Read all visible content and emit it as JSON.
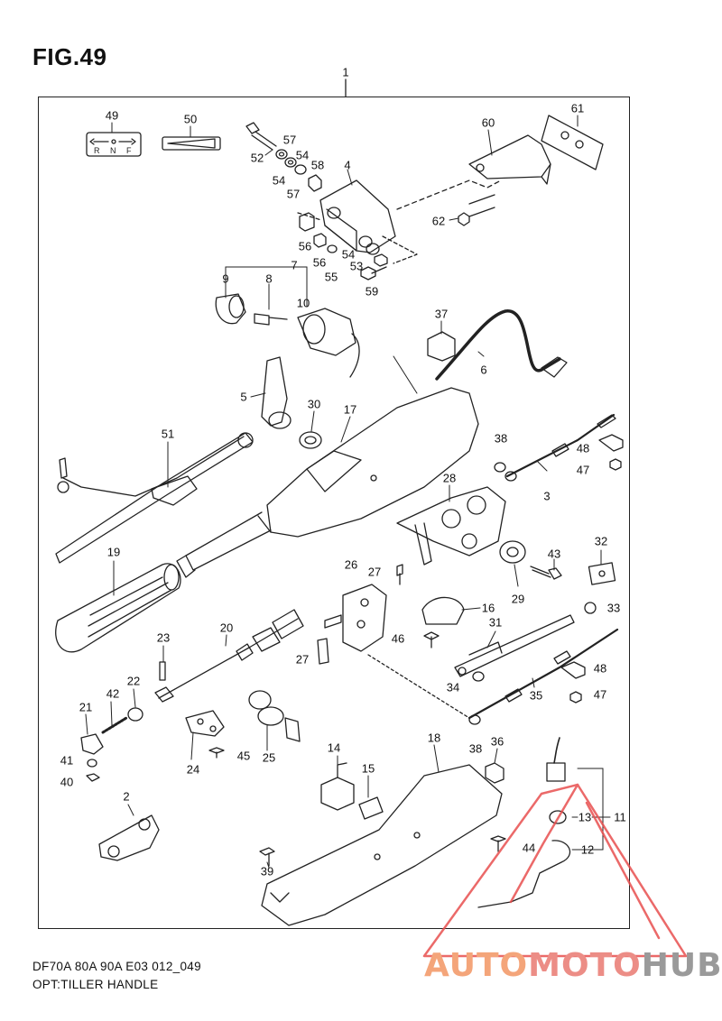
{
  "figure": {
    "title": "FIG.49",
    "model_line": "DF70A 80A 90A E03 012_049",
    "caption": "OPT:TILLER HANDLE"
  },
  "watermark": {
    "part1": "AUTO",
    "part2": "MOTO",
    "part3": "HUB",
    "colors": {
      "auto": "#f4a57a",
      "moto": "#ec8d86",
      "hub": "#9a9a9a",
      "triangle": "#e8504f"
    }
  },
  "shift_plate_letters": {
    "r": "R",
    "n": "N",
    "f": "F"
  },
  "callouts": [
    {
      "id": "c1",
      "label": "1"
    },
    {
      "id": "c49",
      "label": "49"
    },
    {
      "id": "c50",
      "label": "50"
    },
    {
      "id": "c52",
      "label": "52"
    },
    {
      "id": "c57a",
      "label": "57"
    },
    {
      "id": "c54a",
      "label": "54"
    },
    {
      "id": "c58",
      "label": "58"
    },
    {
      "id": "c54b",
      "label": "54"
    },
    {
      "id": "c57b",
      "label": "57"
    },
    {
      "id": "c4",
      "label": "4"
    },
    {
      "id": "c60",
      "label": "60"
    },
    {
      "id": "c61",
      "label": "61"
    },
    {
      "id": "c62",
      "label": "62"
    },
    {
      "id": "c56a",
      "label": "56"
    },
    {
      "id": "c56b",
      "label": "56"
    },
    {
      "id": "c54c",
      "label": "54"
    },
    {
      "id": "c53",
      "label": "53"
    },
    {
      "id": "c55",
      "label": "55"
    },
    {
      "id": "c59",
      "label": "59"
    },
    {
      "id": "c7",
      "label": "7"
    },
    {
      "id": "c9",
      "label": "9"
    },
    {
      "id": "c8",
      "label": "8"
    },
    {
      "id": "c10",
      "label": "10"
    },
    {
      "id": "c37",
      "label": "37"
    },
    {
      "id": "c6",
      "label": "6"
    },
    {
      "id": "c5",
      "label": "5"
    },
    {
      "id": "c30",
      "label": "30"
    },
    {
      "id": "c17",
      "label": "17"
    },
    {
      "id": "c51",
      "label": "51"
    },
    {
      "id": "c38a",
      "label": "38"
    },
    {
      "id": "c48a",
      "label": "48"
    },
    {
      "id": "c47a",
      "label": "47"
    },
    {
      "id": "c3",
      "label": "3"
    },
    {
      "id": "c28",
      "label": "28"
    },
    {
      "id": "c19",
      "label": "19"
    },
    {
      "id": "c27a",
      "label": "27"
    },
    {
      "id": "c26",
      "label": "26"
    },
    {
      "id": "c32",
      "label": "32"
    },
    {
      "id": "c43",
      "label": "43"
    },
    {
      "id": "c29",
      "label": "29"
    },
    {
      "id": "c16",
      "label": "16"
    },
    {
      "id": "c33",
      "label": "33"
    },
    {
      "id": "c31",
      "label": "31"
    },
    {
      "id": "c46",
      "label": "46"
    },
    {
      "id": "c20",
      "label": "20"
    },
    {
      "id": "c23",
      "label": "23"
    },
    {
      "id": "c27b",
      "label": "27"
    },
    {
      "id": "c22",
      "label": "22"
    },
    {
      "id": "c42",
      "label": "42"
    },
    {
      "id": "c21",
      "label": "21"
    },
    {
      "id": "c48b",
      "label": "48"
    },
    {
      "id": "c34",
      "label": "34"
    },
    {
      "id": "c35",
      "label": "35"
    },
    {
      "id": "c47b",
      "label": "47"
    },
    {
      "id": "c41",
      "label": "41"
    },
    {
      "id": "c40",
      "label": "40"
    },
    {
      "id": "c24",
      "label": "24"
    },
    {
      "id": "c45",
      "label": "45"
    },
    {
      "id": "c25",
      "label": "25"
    },
    {
      "id": "c38b",
      "label": "38"
    },
    {
      "id": "c36",
      "label": "36"
    },
    {
      "id": "c18",
      "label": "18"
    },
    {
      "id": "c14",
      "label": "14"
    },
    {
      "id": "c15",
      "label": "15"
    },
    {
      "id": "c2",
      "label": "2"
    },
    {
      "id": "c13",
      "label": "13"
    },
    {
      "id": "c11",
      "label": "11"
    },
    {
      "id": "c12",
      "label": "12"
    },
    {
      "id": "c44",
      "label": "44"
    },
    {
      "id": "c39",
      "label": "39"
    }
  ]
}
